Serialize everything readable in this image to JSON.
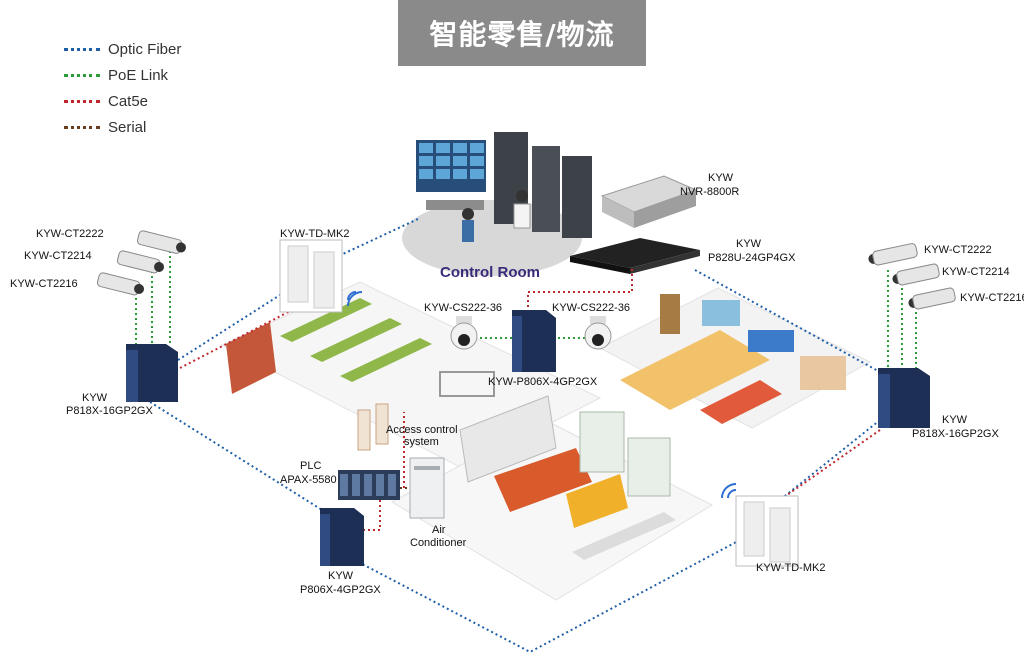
{
  "title": "智能零售/物流",
  "legend": [
    {
      "label": "Optic Fiber",
      "color": "#1f5fa8"
    },
    {
      "label": "PoE Link",
      "color": "#2e9a3a"
    },
    {
      "label": "Cat5e",
      "color": "#c0272d"
    },
    {
      "label": "Serial",
      "color": "#6b3d1f"
    }
  ],
  "labels": {
    "cam_left_1": "KYW-CT2222",
    "cam_left_2": "KYW-CT2214",
    "cam_left_3": "KYW-CT2216",
    "switch_left_1": "KYW",
    "switch_left_2": "P818X-16GP2GX",
    "ap_top": "KYW-TD-MK2",
    "control_room": "Control Room",
    "nvr_1": "KYW",
    "nvr_2": "NVR-8800R",
    "p828_1": "KYW",
    "p828_2": "P828U-24GP4GX",
    "cam_right_1": "KYW-CT2222",
    "cam_right_2": "KYW-CT2214",
    "cam_right_3": "KYW-CT2216",
    "switch_right_1": "KYW",
    "switch_right_2": "P818X-16GP2GX",
    "dome_1": "KYW-CS222-36",
    "dome_2": "KYW-CS222-36",
    "p806_center": "KYW-P806X-4GP2GX",
    "access_1": "Access control",
    "access_2": "system",
    "plc_1": "PLC",
    "plc_2": "APAX-5580",
    "air_1": "Air",
    "air_2": "Conditioner",
    "p806_bl_1": "KYW",
    "p806_bl_2": "P806X-4GP2GX",
    "ap_bottom": "KYW-TD-MK2"
  }
}
